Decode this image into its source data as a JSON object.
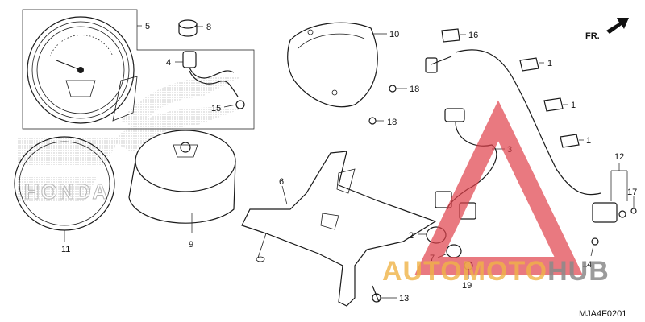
{
  "diagram_code": "MJA4F0201",
  "direction_label": "FR.",
  "watermark": {
    "text_red": "AUTO",
    "text_orange": "MOTO",
    "text_gray": "HUB",
    "triangle_color": "#e0404a",
    "orange_color": "#f0b347",
    "gray_color": "#8a8a8a"
  },
  "background_logo": "HONDA",
  "callouts": {
    "c1a": "1",
    "c1b": "1",
    "c1c": "1",
    "c2": "2",
    "c3": "3",
    "c4": "4",
    "c5": "5",
    "c6": "6",
    "c7": "7",
    "c8": "8",
    "c9": "9",
    "c10": "10",
    "c11": "11",
    "c12": "12",
    "c13": "13",
    "c14": "14",
    "c15": "15",
    "c16": "16",
    "c17": "17",
    "c18a": "18",
    "c18b": "18",
    "c19": "19"
  }
}
